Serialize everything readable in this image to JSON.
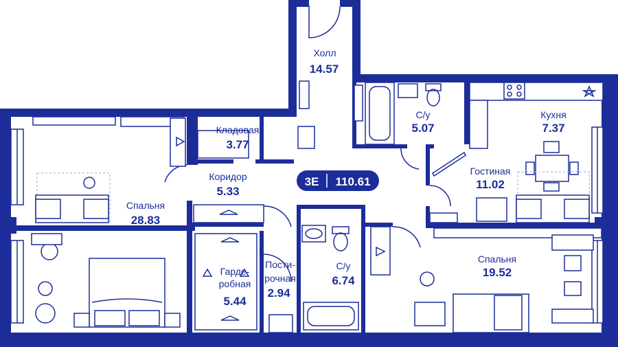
{
  "plan": {
    "badge": {
      "type": "3E",
      "total_area": "110.61"
    },
    "colors": {
      "wall": "#1c2d9a",
      "background": "#ffffff"
    },
    "rooms": {
      "hall": {
        "name": "Холл",
        "area": "14.57"
      },
      "bath1": {
        "name": "С/у",
        "area": "5.07"
      },
      "kitchen": {
        "name": "Кухня",
        "area": "7.37"
      },
      "pantry": {
        "name": "Кладовая",
        "area": "3.77"
      },
      "corridor": {
        "name": "Коридор",
        "area": "5.33"
      },
      "living": {
        "name": "Гостиная",
        "area": "11.02"
      },
      "bedroom1": {
        "name": "Спальня",
        "area": "28.83"
      },
      "wardrobe": {
        "name_line1": "Гарде-",
        "name_line2": "робная",
        "area": "5.44"
      },
      "laundry": {
        "name_line1": "Пости-",
        "name_line2": "рочная",
        "area": "2.94"
      },
      "bath2": {
        "name": "С/у",
        "area": "6.74"
      },
      "bedroom2": {
        "name": "Спальня",
        "area": "19.52"
      }
    },
    "icons": [
      "sink-icon",
      "toilet-icon",
      "bathtub-icon",
      "stove-icon",
      "sofa-icon",
      "bed-icon",
      "table-icon",
      "chair-icon",
      "plant-icon",
      "washer-icon",
      "hanger-icon",
      "door-arc-icon",
      "window-icon"
    ]
  }
}
